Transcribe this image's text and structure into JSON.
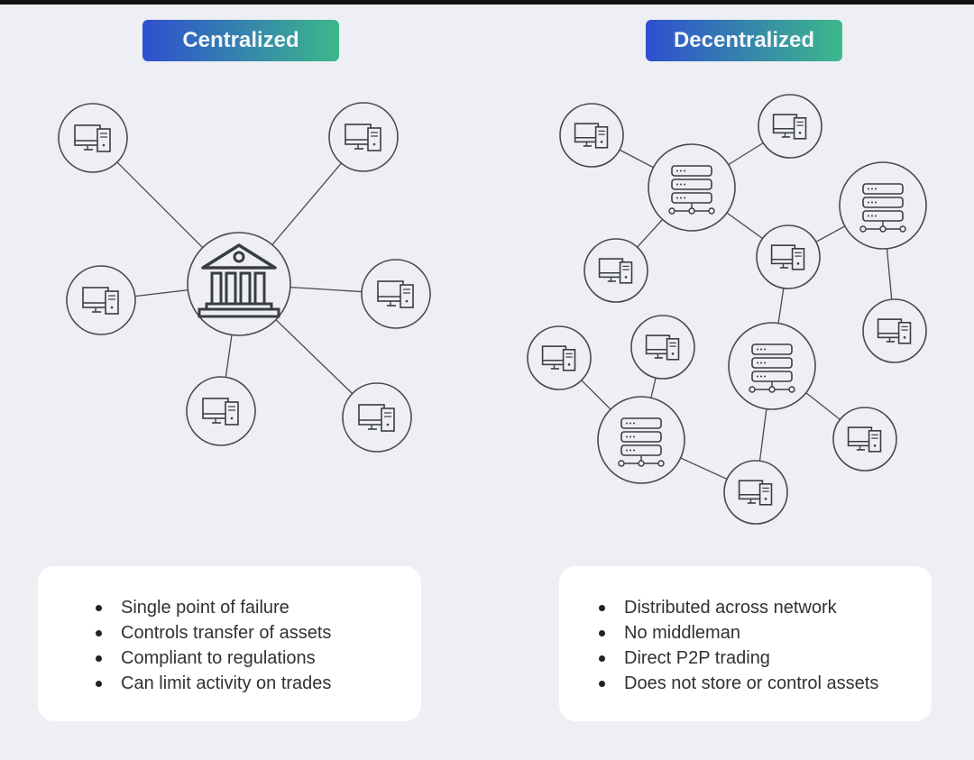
{
  "centralized": {
    "title": "Centralized",
    "points": [
      "Single point of failure",
      "Controls transfer of assets",
      "Compliant to regulations",
      "Can limit activity on trades"
    ]
  },
  "decentralized": {
    "title": "Decentralized",
    "points": [
      "Distributed across network",
      "No middleman",
      "Direct P2P trading",
      "Does not store or control assets"
    ]
  },
  "colors": {
    "gradient_start": "#2f4fd0",
    "gradient_end": "#3cb88a",
    "icon_stroke": "#3a3c44",
    "line": "#444"
  }
}
